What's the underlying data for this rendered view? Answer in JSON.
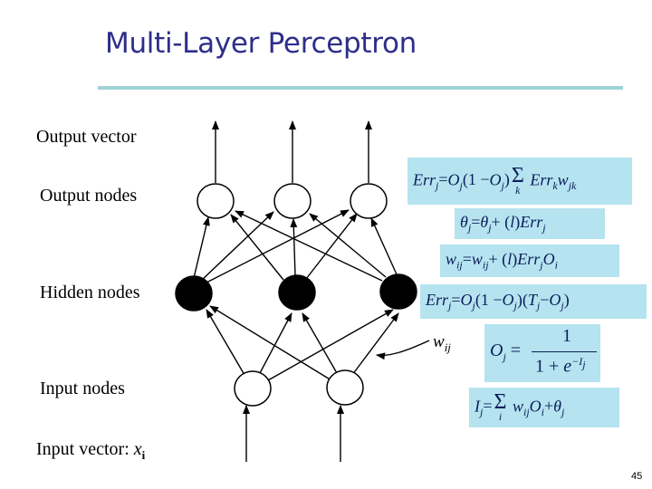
{
  "slide": {
    "title": "Multi-Layer Perceptron",
    "page_number": "45"
  },
  "labels": {
    "output_vector": "Output vector",
    "output_nodes": "Output nodes",
    "hidden_nodes": "Hidden nodes",
    "input_nodes": "Input nodes",
    "input_vector_prefix": "Input vector: ",
    "input_vector_symbol": "x",
    "input_vector_sub": "i",
    "weight_symbol": "w",
    "weight_sub": "ij"
  },
  "equations": {
    "err_output": "Errj = Oj(1 − Oj)(Tj − Oj)",
    "err_hidden": "Errj = Oj(1 − Oj) Σk Errk wjk",
    "bias_update": "θj = θj + (l) Errj",
    "weight_update": "wij = wij + (l) Errj Oi",
    "activation": "Oj = 1 / (1 + e^(−Ij))",
    "net_input": "Ij = Σi wij Oi + θj"
  },
  "colors": {
    "title": "#2e2e8a",
    "rule": "#9fd3d6",
    "equation_bg": "#b5e3ef",
    "equation_text": "#0b1d5b",
    "hidden_node_fill": "#000000",
    "open_node_fill": "#ffffff"
  }
}
